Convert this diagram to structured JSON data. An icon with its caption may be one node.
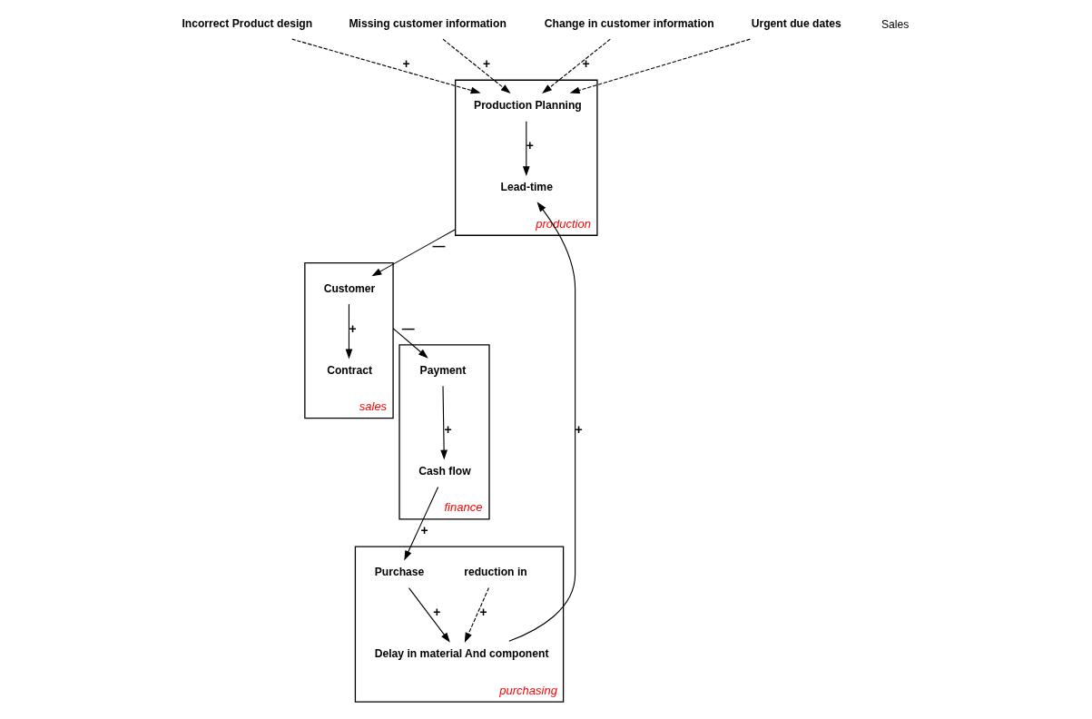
{
  "diagram": {
    "nodes": [
      {
        "text": [
          "purchasing"
        ]
      },
      {
        "text": [
          "reduction in"
        ],
        "in": 0
      },
      {
        "text": [
          "Purchase"
        ],
        "in": 0
      },
      {
        "text": [
          "Delay in material And component"
        ],
        "in": 0
      },
      {
        "text": [
          "finance"
        ]
      },
      {
        "text": [
          "Cash flow"
        ],
        "in": 4
      },
      {
        "text": [
          "Payment"
        ],
        "in": 4
      },
      {
        "text": [
          "production"
        ]
      },
      {
        "text": [
          "Lead-time"
        ],
        "in": 7
      },
      {
        "text": [
          "Production Planning"
        ],
        "in": 7
      },
      {
        "text": [
          "sales"
        ]
      },
      {
        "text": [
          "Customer"
        ],
        "in": 10
      },
      {
        "text": [
          "Contract"
        ],
        "in": 10
      },
      {
        "text": [
          "Incorrect Product design"
        ]
      },
      {
        "text": [
          "Missing customer information"
        ]
      },
      {
        "text": [
          "Change in customer information"
        ]
      },
      {
        "text": [
          "Urgent due dates"
        ]
      }
    ],
    "edges": [
      {
        "from": 1,
        "to": 3,
        "arrow": "to",
        "label": "+",
        "style": "dashed"
      },
      {
        "from": 2,
        "to": 3,
        "arrow": "to",
        "label": "+"
      },
      {
        "from": 5,
        "to": 2,
        "arrow": "to",
        "label": "+"
      },
      {
        "from": 3,
        "to": 8,
        "arrow": "to",
        "label": "+"
      },
      {
        "from": 9,
        "to": 8,
        "arrow": "to",
        "label": "+"
      },
      {
        "from": 13,
        "to": 9,
        "arrow": "to",
        "label": "+",
        "style": "dashed"
      },
      {
        "from": 14,
        "to": 9,
        "arrow": "to",
        "label": "+",
        "style": "dashed"
      },
      {
        "from": 15,
        "to": 9,
        "arrow": "to",
        "label": "+",
        "style": "dashed"
      },
      {
        "from": 16,
        "to": 9,
        "arrow": "to",
        "style": "dashed"
      },
      {
        "from": 7,
        "to": 11,
        "arrow": "to",
        "label": "—"
      },
      {
        "from": 11,
        "to": 12,
        "arrow": "to",
        "label": "+"
      },
      {
        "from": 10,
        "to": 6,
        "arrow": "to",
        "label": "—"
      },
      {
        "from": 6,
        "to": 5,
        "arrow": "to",
        "label": "+"
      }
    ],
    "labels": [
      "Sales"
    ]
  }
}
